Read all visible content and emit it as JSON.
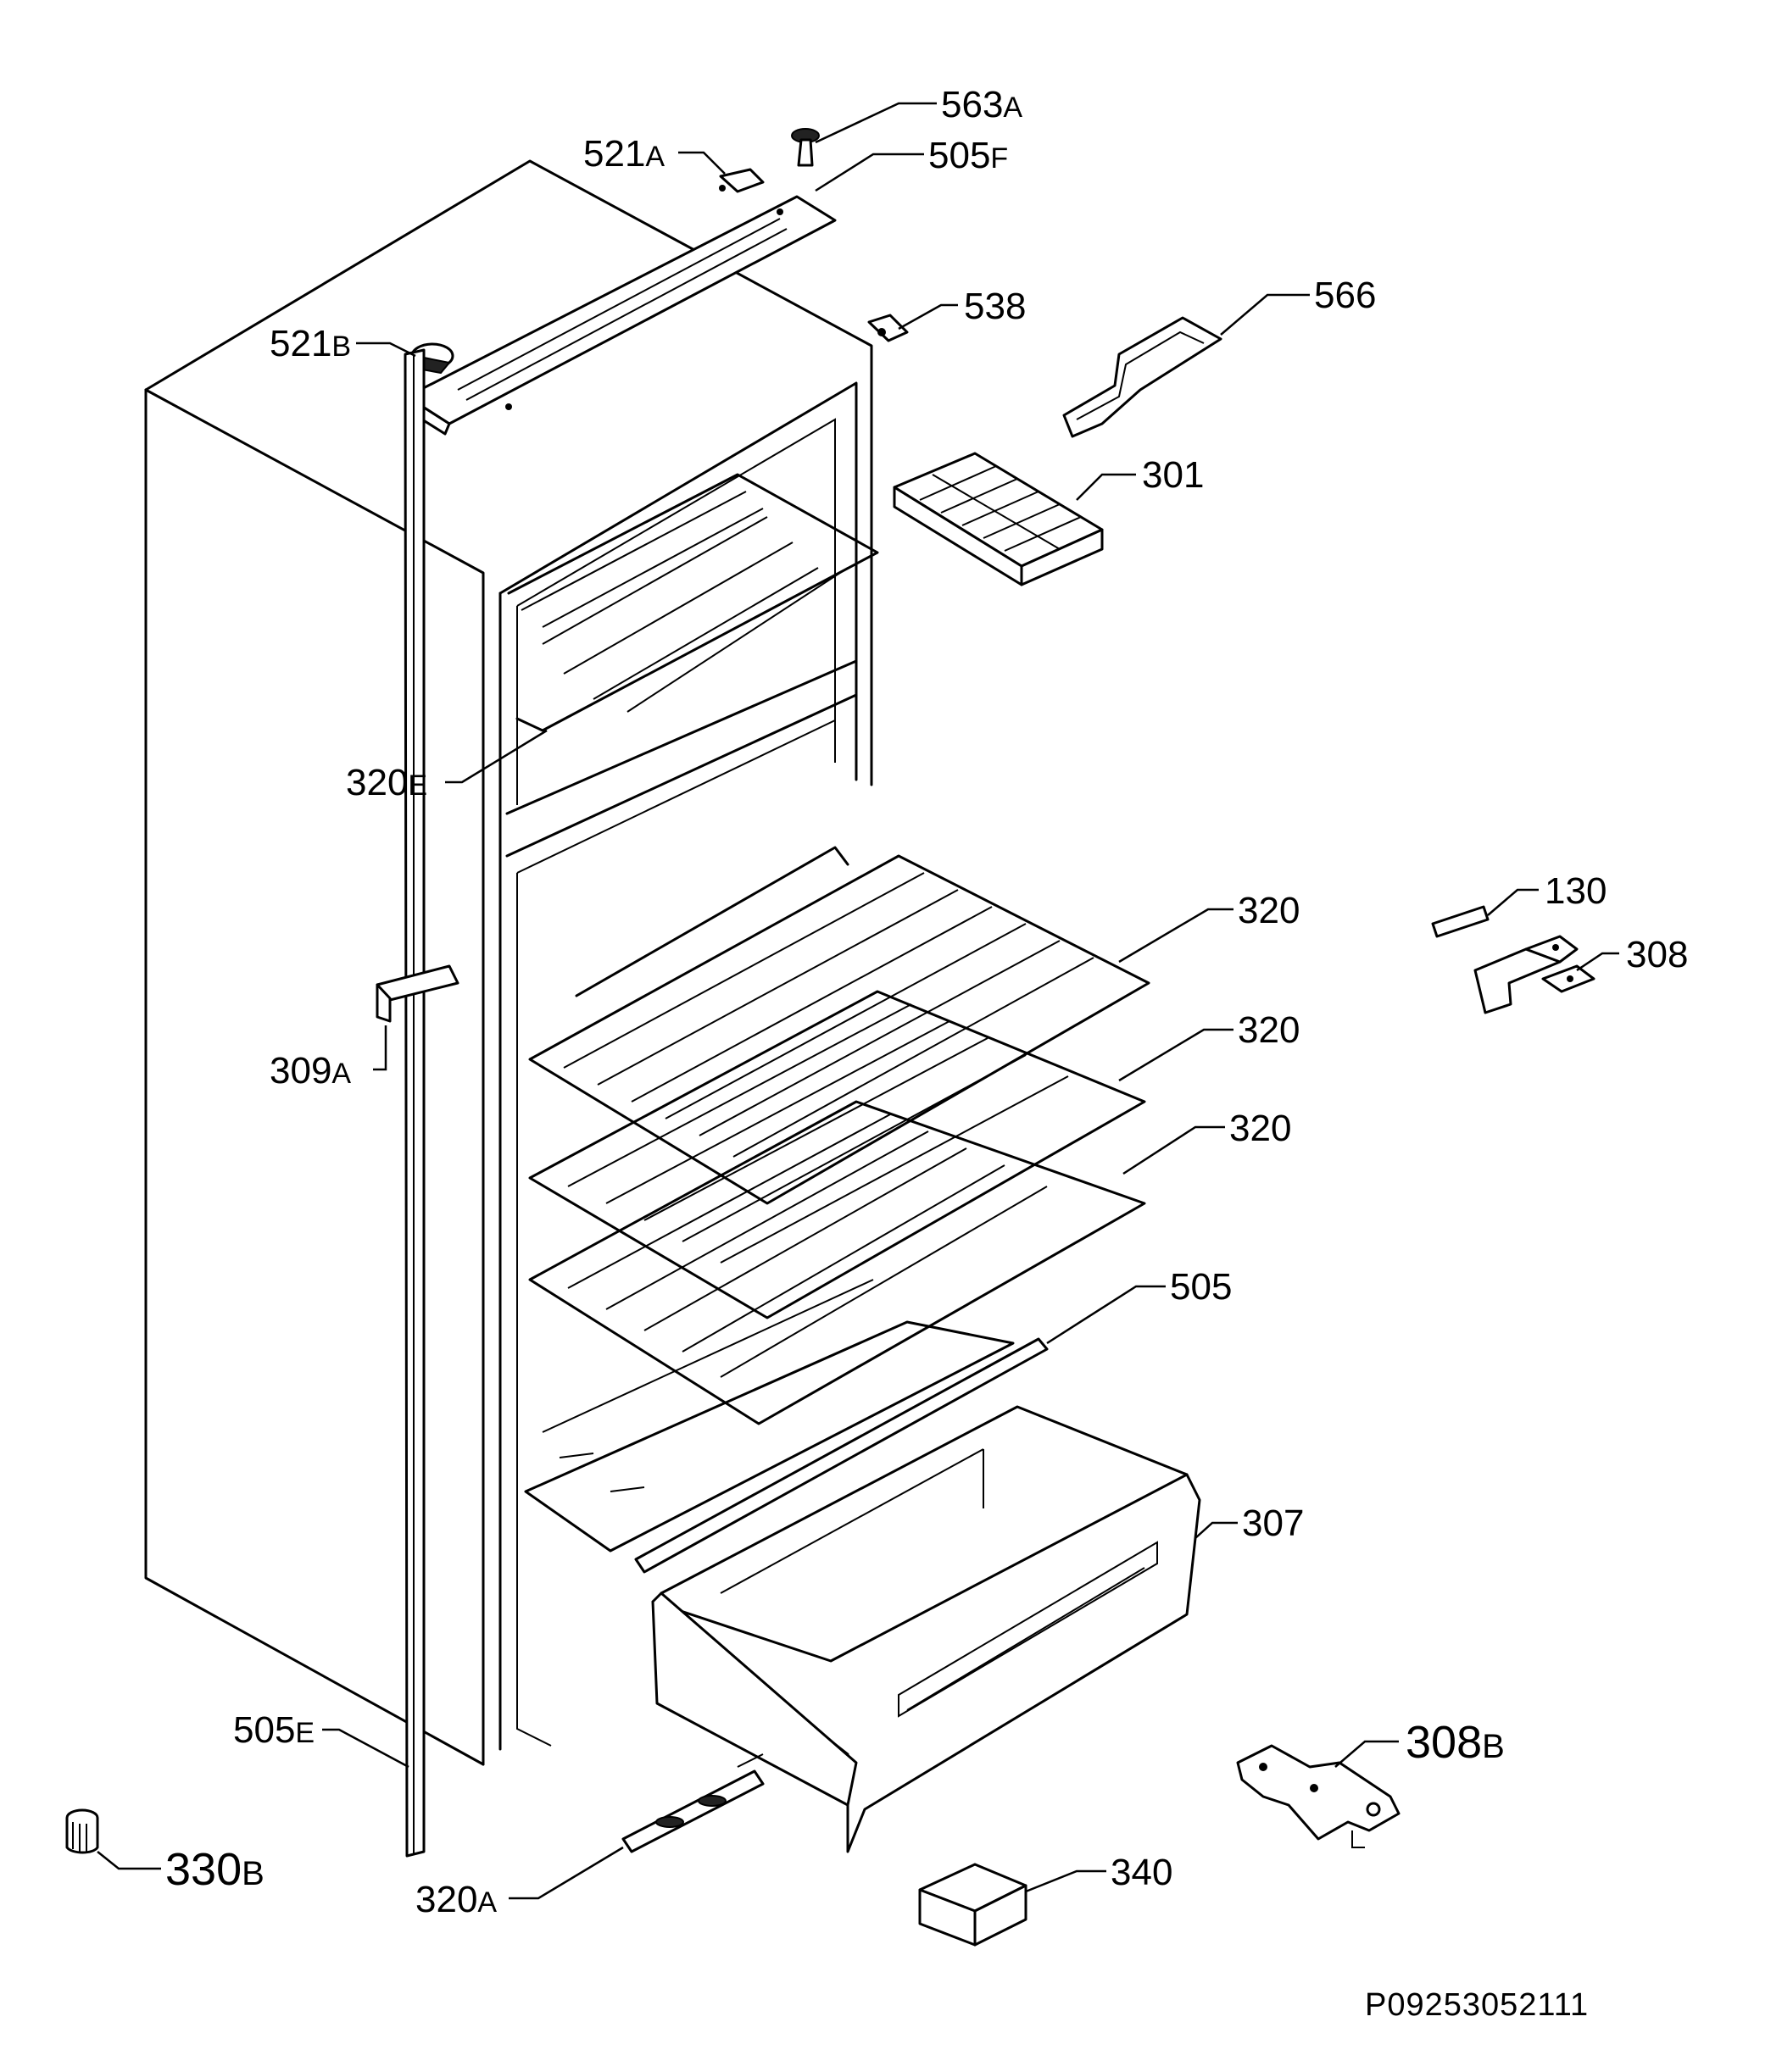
{
  "document_id": "P09253052111",
  "parts": [
    {
      "key": "p563a",
      "num": "563",
      "suffix": "A"
    },
    {
      "key": "p505f",
      "num": "505",
      "suffix": "F"
    },
    {
      "key": "p521a",
      "num": "521",
      "suffix": "A"
    },
    {
      "key": "p521b",
      "num": "521",
      "suffix": "B"
    },
    {
      "key": "p538",
      "num": "538",
      "suffix": ""
    },
    {
      "key": "p566",
      "num": "566",
      "suffix": ""
    },
    {
      "key": "p301",
      "num": "301",
      "suffix": ""
    },
    {
      "key": "p320e",
      "num": "320",
      "suffix": "E"
    },
    {
      "key": "p130",
      "num": "130",
      "suffix": ""
    },
    {
      "key": "p308",
      "num": "308",
      "suffix": ""
    },
    {
      "key": "p320_1",
      "num": "320",
      "suffix": ""
    },
    {
      "key": "p320_2",
      "num": "320",
      "suffix": ""
    },
    {
      "key": "p320_3",
      "num": "320",
      "suffix": ""
    },
    {
      "key": "p309a",
      "num": "309",
      "suffix": "A"
    },
    {
      "key": "p505",
      "num": "505",
      "suffix": ""
    },
    {
      "key": "p307",
      "num": "307",
      "suffix": ""
    },
    {
      "key": "p505e",
      "num": "505",
      "suffix": "E"
    },
    {
      "key": "p308b",
      "num": "308",
      "suffix": "B"
    },
    {
      "key": "p330b",
      "num": "330",
      "suffix": "B"
    },
    {
      "key": "p320a",
      "num": "320",
      "suffix": "A"
    },
    {
      "key": "p340",
      "num": "340",
      "suffix": ""
    }
  ]
}
